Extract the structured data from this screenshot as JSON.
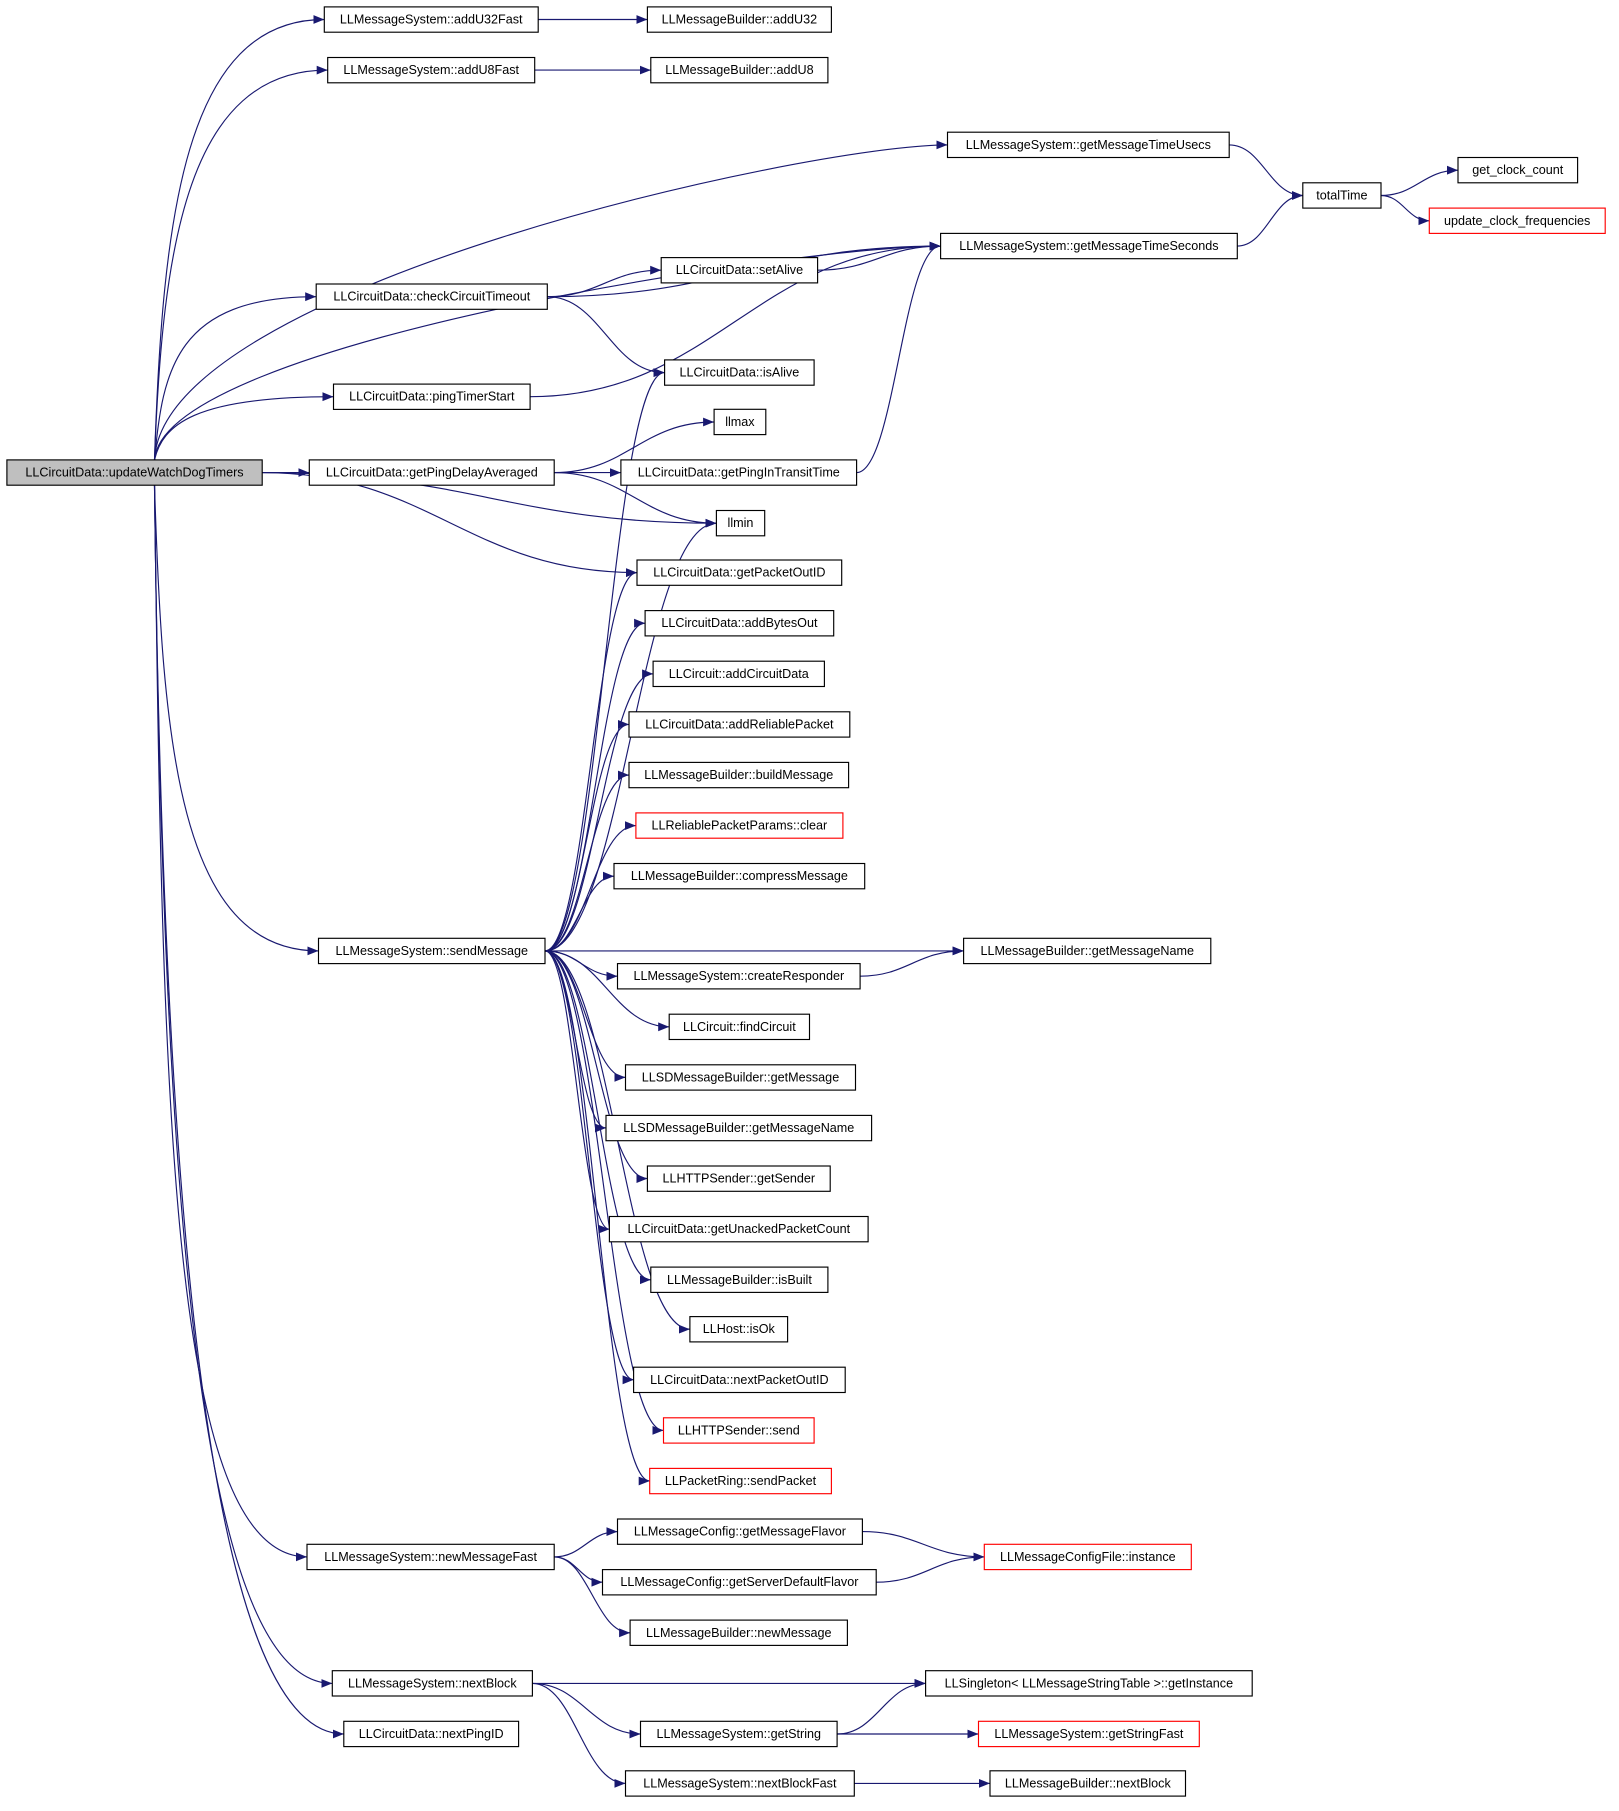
{
  "graph": {
    "root": "n_root",
    "colors": {
      "root_fill": "#bfbfbf",
      "node_fill": "#ffffff",
      "node_border": "#000000",
      "truncated_border": "#ff0000",
      "edge": "#191970"
    },
    "nodes": [
      {
        "id": "n_root",
        "label": "LLCircuitData::updateWatchDogTimers",
        "style": "root"
      },
      {
        "id": "n_addU32Fast",
        "label": "LLMessageSystem::addU32Fast",
        "style": "normal"
      },
      {
        "id": "n_addU32",
        "label": "LLMessageBuilder::addU32",
        "style": "normal"
      },
      {
        "id": "n_addU8Fast",
        "label": "LLMessageSystem::addU8Fast",
        "style": "normal"
      },
      {
        "id": "n_addU8",
        "label": "LLMessageBuilder::addU8",
        "style": "normal"
      },
      {
        "id": "n_getMsgTimeUsecs",
        "label": "LLMessageSystem::getMessageTimeUsecs",
        "style": "normal"
      },
      {
        "id": "n_totalTime",
        "label": "totalTime",
        "style": "normal"
      },
      {
        "id": "n_getClockCount",
        "label": "get_clock_count",
        "style": "normal"
      },
      {
        "id": "n_updateClockFreq",
        "label": "update_clock_frequencies",
        "style": "truncated"
      },
      {
        "id": "n_getMsgTimeSeconds",
        "label": "LLMessageSystem::getMessageTimeSeconds",
        "style": "normal"
      },
      {
        "id": "n_setAlive",
        "label": "LLCircuitData::setAlive",
        "style": "normal"
      },
      {
        "id": "n_checkCircuitTimeout",
        "label": "LLCircuitData::checkCircuitTimeout",
        "style": "normal"
      },
      {
        "id": "n_isAlive",
        "label": "LLCircuitData::isAlive",
        "style": "normal"
      },
      {
        "id": "n_pingTimerStart",
        "label": "LLCircuitData::pingTimerStart",
        "style": "normal"
      },
      {
        "id": "n_llmax",
        "label": "llmax",
        "style": "normal"
      },
      {
        "id": "n_getPingDelayAveraged",
        "label": "LLCircuitData::getPingDelayAveraged",
        "style": "normal"
      },
      {
        "id": "n_getPingInTransitTime",
        "label": "LLCircuitData::getPingInTransitTime",
        "style": "normal"
      },
      {
        "id": "n_llmin",
        "label": "llmin",
        "style": "normal"
      },
      {
        "id": "n_getPacketOutID",
        "label": "LLCircuitData::getPacketOutID",
        "style": "normal"
      },
      {
        "id": "n_addBytesOut",
        "label": "LLCircuitData::addBytesOut",
        "style": "normal"
      },
      {
        "id": "n_addCircuitData",
        "label": "LLCircuit::addCircuitData",
        "style": "normal"
      },
      {
        "id": "n_addReliablePacket",
        "label": "LLCircuitData::addReliablePacket",
        "style": "normal"
      },
      {
        "id": "n_buildMessage",
        "label": "LLMessageBuilder::buildMessage",
        "style": "normal"
      },
      {
        "id": "n_clear",
        "label": "LLReliablePacketParams::clear",
        "style": "truncated"
      },
      {
        "id": "n_compressMessage",
        "label": "LLMessageBuilder::compressMessage",
        "style": "normal"
      },
      {
        "id": "n_sendMessage",
        "label": "LLMessageSystem::sendMessage",
        "style": "normal"
      },
      {
        "id": "n_mbGetMessageName",
        "label": "LLMessageBuilder::getMessageName",
        "style": "normal"
      },
      {
        "id": "n_createResponder",
        "label": "LLMessageSystem::createResponder",
        "style": "normal"
      },
      {
        "id": "n_findCircuit",
        "label": "LLCircuit::findCircuit",
        "style": "normal"
      },
      {
        "id": "n_sdGetMessage",
        "label": "LLSDMessageBuilder::getMessage",
        "style": "normal"
      },
      {
        "id": "n_sdGetMessageName",
        "label": "LLSDMessageBuilder::getMessageName",
        "style": "normal"
      },
      {
        "id": "n_getSender",
        "label": "LLHTTPSender::getSender",
        "style": "normal"
      },
      {
        "id": "n_getUnacked",
        "label": "LLCircuitData::getUnackedPacketCount",
        "style": "normal"
      },
      {
        "id": "n_isBuilt",
        "label": "LLMessageBuilder::isBuilt",
        "style": "normal"
      },
      {
        "id": "n_isOk",
        "label": "LLHost::isOk",
        "style": "normal"
      },
      {
        "id": "n_nextPacketOutID",
        "label": "LLCircuitData::nextPacketOutID",
        "style": "normal"
      },
      {
        "id": "n_httpSend",
        "label": "LLHTTPSender::send",
        "style": "truncated"
      },
      {
        "id": "n_sendPacket",
        "label": "LLPacketRing::sendPacket",
        "style": "truncated"
      },
      {
        "id": "n_getMsgFlavor",
        "label": "LLMessageConfig::getMessageFlavor",
        "style": "normal"
      },
      {
        "id": "n_newMessageFast",
        "label": "LLMessageSystem::newMessageFast",
        "style": "normal"
      },
      {
        "id": "n_cfgInstance",
        "label": "LLMessageConfigFile::instance",
        "style": "truncated"
      },
      {
        "id": "n_getServerFlavor",
        "label": "LLMessageConfig::getServerDefaultFlavor",
        "style": "normal"
      },
      {
        "id": "n_newMessage",
        "label": "LLMessageBuilder::newMessage",
        "style": "normal"
      },
      {
        "id": "n_nextBlock",
        "label": "LLMessageSystem::nextBlock",
        "style": "normal"
      },
      {
        "id": "n_getInstance",
        "label": "LLSingleton< LLMessageStringTable >::getInstance",
        "style": "normal"
      },
      {
        "id": "n_getString",
        "label": "LLMessageSystem::getString",
        "style": "normal"
      },
      {
        "id": "n_getStringFast",
        "label": "LLMessageSystem::getStringFast",
        "style": "truncated"
      },
      {
        "id": "n_nextPingID",
        "label": "LLCircuitData::nextPingID",
        "style": "normal"
      },
      {
        "id": "n_nextBlockFast",
        "label": "LLMessageSystem::nextBlockFast",
        "style": "normal"
      },
      {
        "id": "n_mbNextBlock",
        "label": "LLMessageBuilder::nextBlock",
        "style": "normal"
      }
    ],
    "edges": [
      [
        "n_root",
        "n_addU32Fast"
      ],
      [
        "n_root",
        "n_addU8Fast"
      ],
      [
        "n_root",
        "n_getMsgTimeUsecs"
      ],
      [
        "n_root",
        "n_getMsgTimeSeconds"
      ],
      [
        "n_root",
        "n_checkCircuitTimeout"
      ],
      [
        "n_root",
        "n_pingTimerStart"
      ],
      [
        "n_root",
        "n_getPingDelayAveraged"
      ],
      [
        "n_root",
        "n_llmin"
      ],
      [
        "n_root",
        "n_getPacketOutID"
      ],
      [
        "n_root",
        "n_sendMessage"
      ],
      [
        "n_root",
        "n_newMessageFast"
      ],
      [
        "n_root",
        "n_nextBlock"
      ],
      [
        "n_root",
        "n_nextPingID"
      ],
      [
        "n_addU32Fast",
        "n_addU32"
      ],
      [
        "n_addU8Fast",
        "n_addU8"
      ],
      [
        "n_getMsgTimeUsecs",
        "n_totalTime"
      ],
      [
        "n_totalTime",
        "n_getClockCount"
      ],
      [
        "n_totalTime",
        "n_updateClockFreq"
      ],
      [
        "n_getMsgTimeSeconds",
        "n_totalTime"
      ],
      [
        "n_checkCircuitTimeout",
        "n_getMsgTimeSeconds"
      ],
      [
        "n_checkCircuitTimeout",
        "n_setAlive"
      ],
      [
        "n_checkCircuitTimeout",
        "n_isAlive"
      ],
      [
        "n_setAlive",
        "n_getMsgTimeSeconds"
      ],
      [
        "n_pingTimerStart",
        "n_getMsgTimeSeconds"
      ],
      [
        "n_getPingDelayAveraged",
        "n_llmax"
      ],
      [
        "n_getPingDelayAveraged",
        "n_getPingInTransitTime"
      ],
      [
        "n_getPingDelayAveraged",
        "n_llmin"
      ],
      [
        "n_getPingInTransitTime",
        "n_getMsgTimeSeconds"
      ],
      [
        "n_sendMessage",
        "n_isAlive"
      ],
      [
        "n_sendMessage",
        "n_llmin"
      ],
      [
        "n_sendMessage",
        "n_getPacketOutID"
      ],
      [
        "n_sendMessage",
        "n_addBytesOut"
      ],
      [
        "n_sendMessage",
        "n_addCircuitData"
      ],
      [
        "n_sendMessage",
        "n_addReliablePacket"
      ],
      [
        "n_sendMessage",
        "n_buildMessage"
      ],
      [
        "n_sendMessage",
        "n_clear"
      ],
      [
        "n_sendMessage",
        "n_compressMessage"
      ],
      [
        "n_sendMessage",
        "n_mbGetMessageName"
      ],
      [
        "n_sendMessage",
        "n_createResponder"
      ],
      [
        "n_sendMessage",
        "n_findCircuit"
      ],
      [
        "n_sendMessage",
        "n_sdGetMessage"
      ],
      [
        "n_sendMessage",
        "n_sdGetMessageName"
      ],
      [
        "n_sendMessage",
        "n_getSender"
      ],
      [
        "n_sendMessage",
        "n_getUnacked"
      ],
      [
        "n_sendMessage",
        "n_isBuilt"
      ],
      [
        "n_sendMessage",
        "n_isOk"
      ],
      [
        "n_sendMessage",
        "n_nextPacketOutID"
      ],
      [
        "n_sendMessage",
        "n_httpSend"
      ],
      [
        "n_sendMessage",
        "n_sendPacket"
      ],
      [
        "n_createResponder",
        "n_mbGetMessageName"
      ],
      [
        "n_newMessageFast",
        "n_getMsgFlavor"
      ],
      [
        "n_newMessageFast",
        "n_getServerFlavor"
      ],
      [
        "n_newMessageFast",
        "n_newMessage"
      ],
      [
        "n_getMsgFlavor",
        "n_cfgInstance"
      ],
      [
        "n_getServerFlavor",
        "n_cfgInstance"
      ],
      [
        "n_nextBlock",
        "n_getInstance"
      ],
      [
        "n_nextBlock",
        "n_getString"
      ],
      [
        "n_nextBlock",
        "n_nextBlockFast"
      ],
      [
        "n_getString",
        "n_getInstance"
      ],
      [
        "n_getString",
        "n_getStringFast"
      ],
      [
        "n_nextBlockFast",
        "n_mbNextBlock"
      ]
    ]
  }
}
